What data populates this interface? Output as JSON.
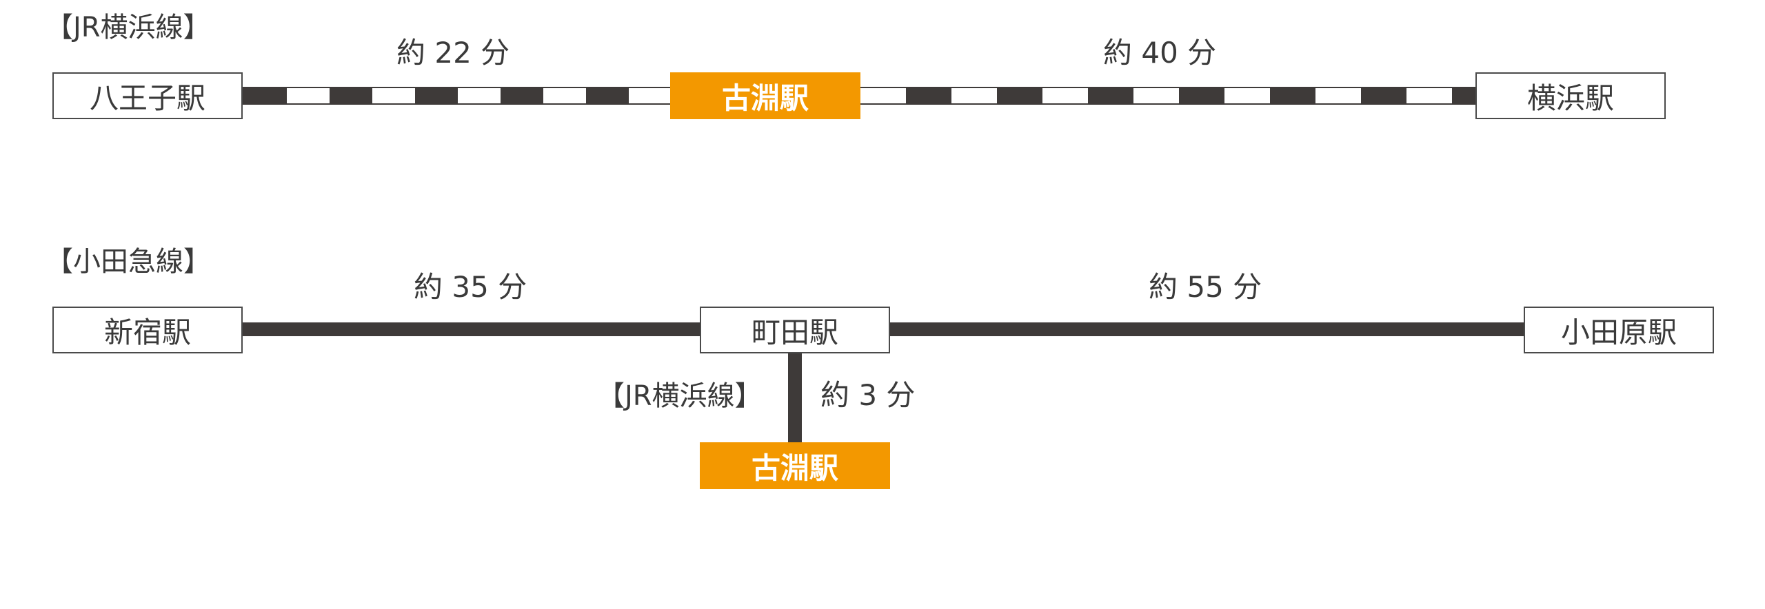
{
  "top_route": {
    "line_label": "【JR横浜線】",
    "left_station": "八王子駅",
    "center_station": "古淵駅",
    "right_station": "横浜駅",
    "left_time": "約 22 分",
    "right_time": "約 40 分"
  },
  "bottom_route": {
    "line_label": "【小田急線】",
    "left_station": "新宿駅",
    "center_station": "町田駅",
    "right_station": "小田原駅",
    "left_time": "約 35 分",
    "right_time": "約 55 分",
    "branch_line_label": "【JR横浜線】",
    "branch_time": "約 3 分",
    "branch_station": "古淵駅"
  },
  "colors": {
    "accent": "#f39800",
    "track": "#3e3a39",
    "text": "#3a3a3a"
  }
}
